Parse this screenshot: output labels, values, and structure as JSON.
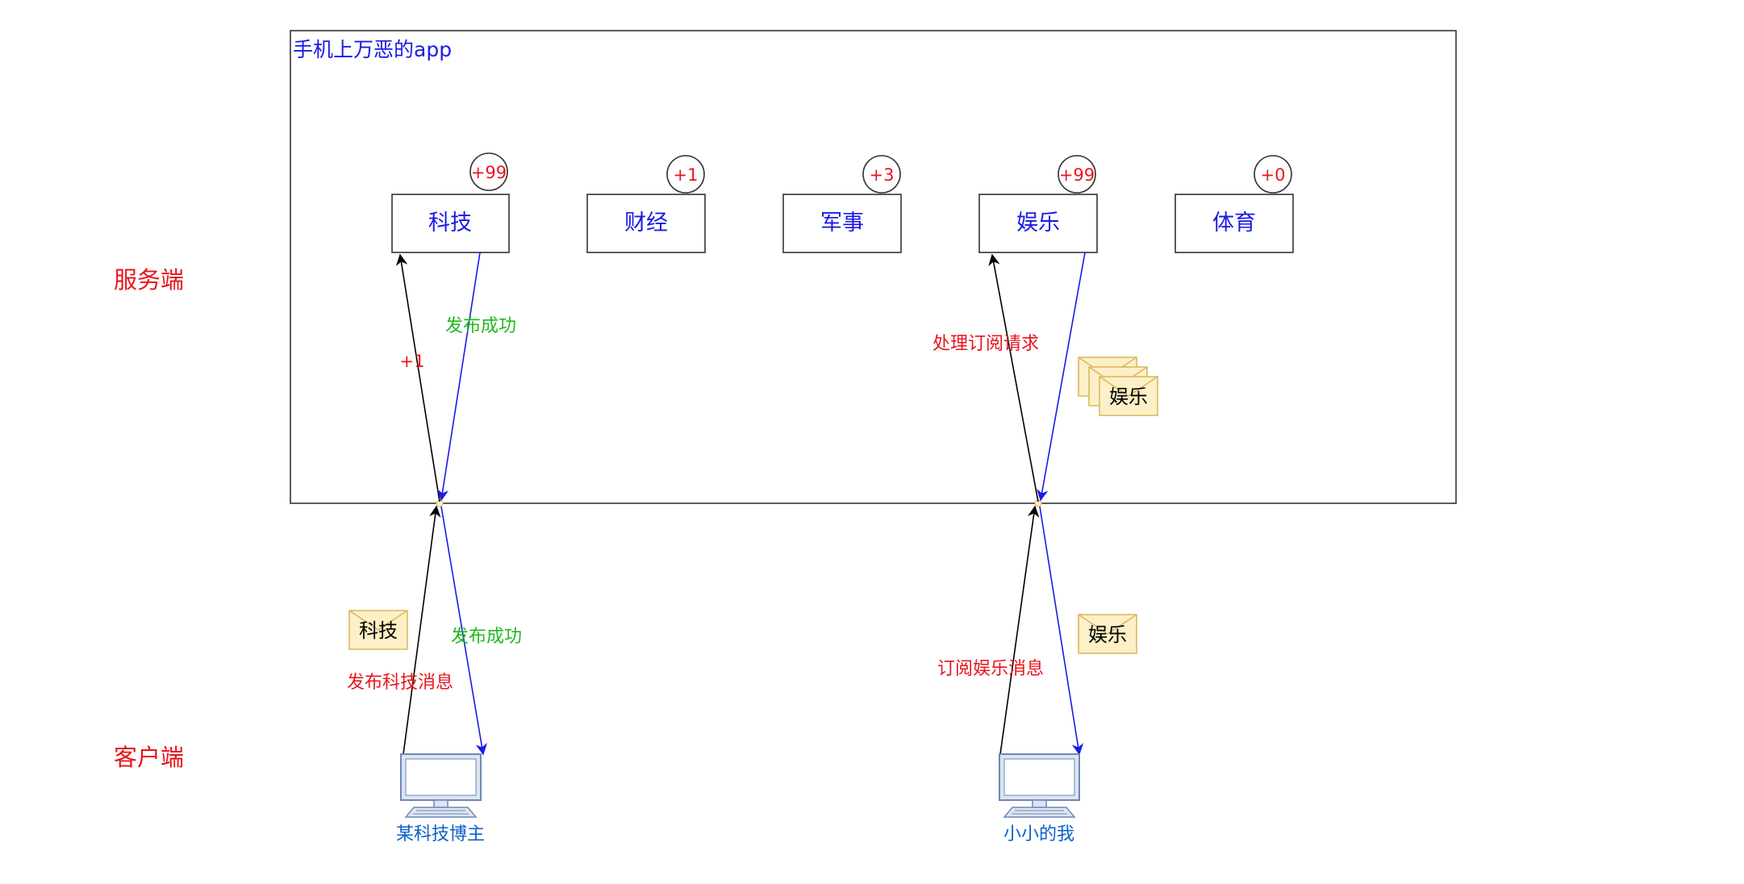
{
  "app_frame": {
    "title": "手机上万恶的app"
  },
  "side_labels": {
    "server": "服务端",
    "client": "客户端"
  },
  "topics": [
    {
      "label": "科技",
      "badge": "+99"
    },
    {
      "label": "财经",
      "badge": "+1"
    },
    {
      "label": "军事",
      "badge": "+3"
    },
    {
      "label": "娱乐",
      "badge": "+99"
    },
    {
      "label": "体育",
      "badge": "+0"
    }
  ],
  "flows": {
    "publish_request": "发布科技消息",
    "publish_plus": "+1",
    "publish_success_inner": "发布成功",
    "publish_success_outer": "发布成功",
    "subscribe_request": "订阅娱乐消息",
    "subscribe_process": "处理订阅请求"
  },
  "messages": {
    "tech": "科技",
    "ent_stack": "娱乐",
    "ent_single": "娱乐"
  },
  "clients": {
    "publisher": "某科技博主",
    "subscriber": "小小的我"
  },
  "colors": {
    "red": "#e8141c",
    "green": "#1fb81f",
    "blue": "#1a1ae6",
    "label_blue": "#0b61c9",
    "env_fill": "#fdf0c8",
    "env_stroke": "#d8b65a",
    "monitor_stroke": "#6e88b5",
    "monitor_fill": "#dde5f2"
  }
}
